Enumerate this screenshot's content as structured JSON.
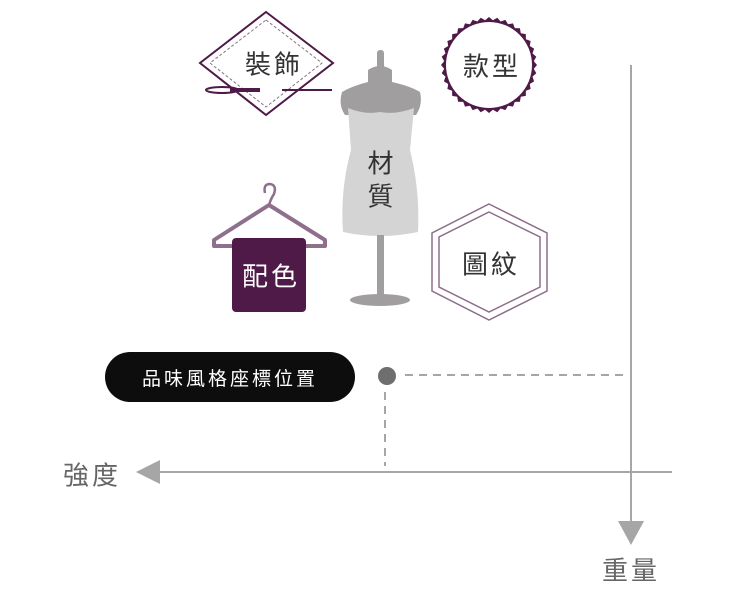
{
  "categories": {
    "decoration": "裝飾",
    "style": "款型",
    "material_line1": "材",
    "material_line2": "質",
    "color": "配色",
    "pattern": "圖紋"
  },
  "marker_label": "品味風格座標位置",
  "axes": {
    "horizontal": "強度",
    "vertical": "重量"
  },
  "colors": {
    "purple_dark": "#4f1a47",
    "purple_light": "#8e6f8c",
    "grey": "#9e9e9e",
    "mannequin_dress": "#d4d4d4"
  }
}
